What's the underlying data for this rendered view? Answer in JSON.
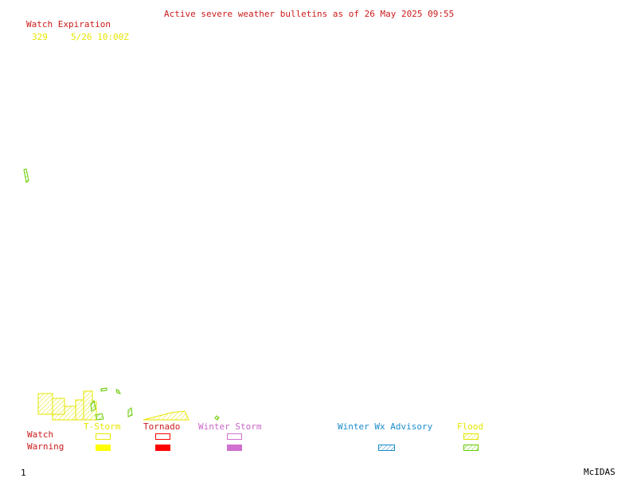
{
  "header": {
    "title": "Active severe weather bulletins as of 26 May 2025 09:55",
    "watch_expiration_label": "Watch Expiration",
    "watch_entry": {
      "number": "329",
      "expires": "5/26 10:00Z"
    }
  },
  "legend": {
    "categories": [
      {
        "key": "tstorm",
        "label": "T-Storm",
        "color": "#e6e600"
      },
      {
        "key": "tornado",
        "label": "Tornado",
        "color": "#ff0000"
      },
      {
        "key": "winter_storm",
        "label": "Winter Storm",
        "color": "#d070d0"
      },
      {
        "key": "winter_wx_advisory",
        "label": "Winter Wx Advisory",
        "color": "#1a8ccc"
      },
      {
        "key": "flood",
        "label": "Flood",
        "color": "#66cc00"
      }
    ],
    "row_labels": {
      "watch": "Watch",
      "warning": "Warning"
    }
  },
  "footer": {
    "page_number": "1",
    "brand": "McIDAS"
  },
  "colors": {
    "title": "#cc1a1a",
    "watch_text": "#e6e600",
    "tstorm": "#e6e600",
    "tornado": "#ff0000",
    "winter_storm": "#d070d0",
    "advisory": "#1a8ccc",
    "flood_watch": "#e6e600",
    "flood_warning": "#66cc00"
  }
}
